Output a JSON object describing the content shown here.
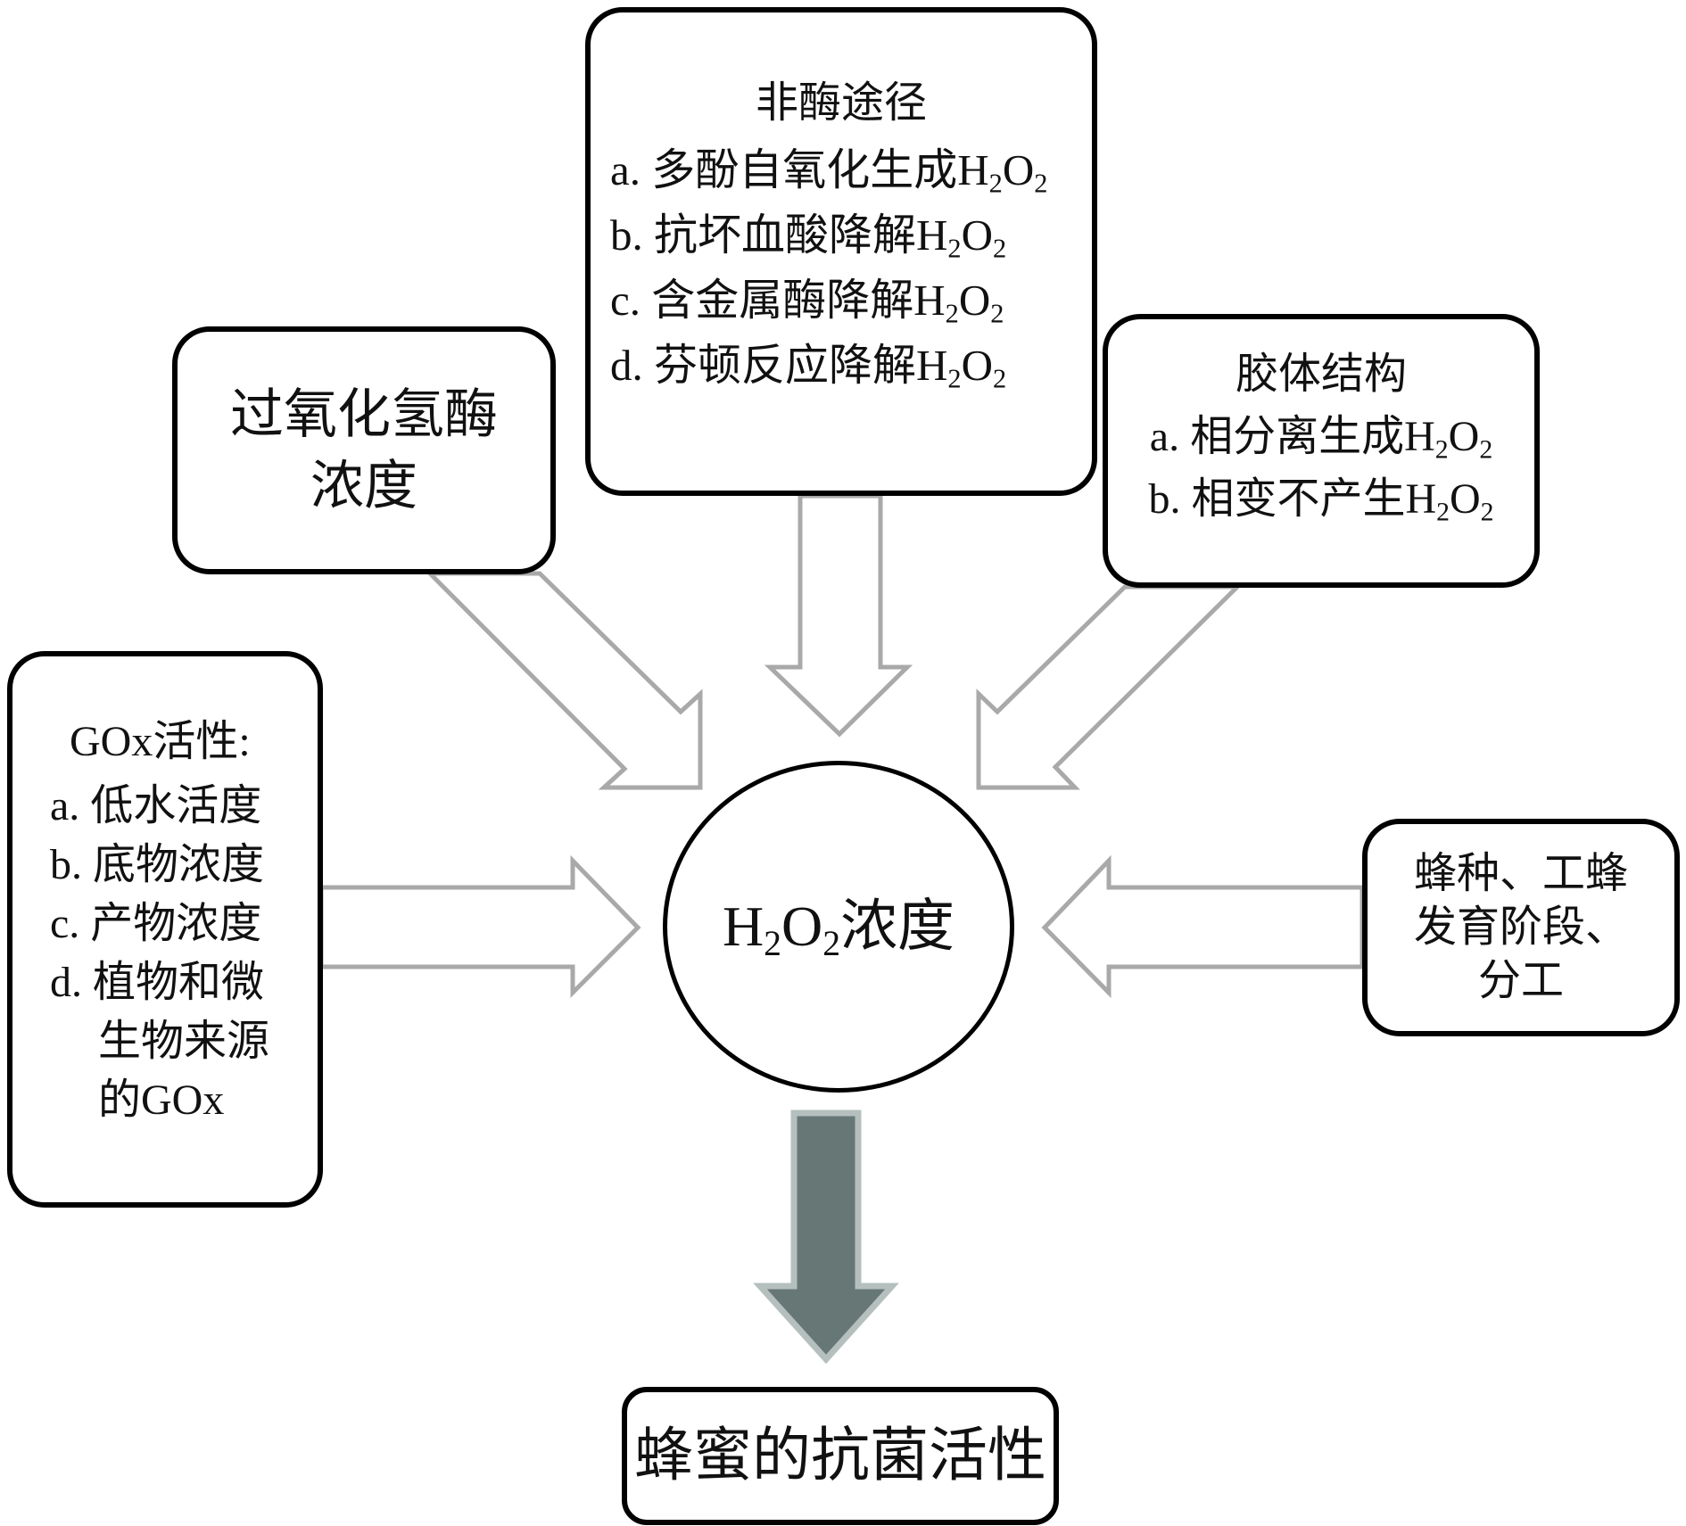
{
  "diagram": {
    "center": {
      "label_prefix": "H",
      "sub1": "2",
      "mid": "O",
      "sub2": "2",
      "label_suffix": "浓度"
    },
    "result": {
      "label": "蜂蜜的抗菌活性"
    },
    "boxes": {
      "nonenzymatic": {
        "title": "非酶途径",
        "items": [
          {
            "text": "a. 多酚自氧化生成H",
            "sub": "2",
            "mid": "O",
            "sub2": "2"
          },
          {
            "text": "b. 抗坏血酸降解H",
            "sub": "2",
            "mid": "O",
            "sub2": "2"
          },
          {
            "text": "c. 含金属酶降解H",
            "sub": "2",
            "mid": "O",
            "sub2": "2"
          },
          {
            "text": "d. 芬顿反应降解H",
            "sub": "2",
            "mid": "O",
            "sub2": "2"
          }
        ]
      },
      "catalase": {
        "lines": [
          "过氧化氢酶",
          "浓度"
        ]
      },
      "colloid": {
        "title": "胶体结构",
        "items": [
          {
            "text": "a. 相分离生成H",
            "sub": "2",
            "mid": "O",
            "sub2": "2"
          },
          {
            "text": "b. 相变不产生H",
            "sub": "2",
            "mid": "O",
            "sub2": "2"
          }
        ]
      },
      "gox": {
        "title": "GOx活性:",
        "items": [
          "a. 低水活度",
          "b. 底物浓度",
          "c. 产物浓度",
          "d. 植物和微"
        ],
        "continuation": [
          "生物来源",
          "的GOx"
        ]
      },
      "bee": {
        "lines": [
          "蜂种、工蜂",
          "发育阶段、",
          "分工"
        ]
      }
    },
    "colors": {
      "box_border": "#000000",
      "input_arrow_stroke": "#a9a9a9",
      "output_arrow_fill": "#677775",
      "output_arrow_stroke": "#b5c0be"
    }
  }
}
